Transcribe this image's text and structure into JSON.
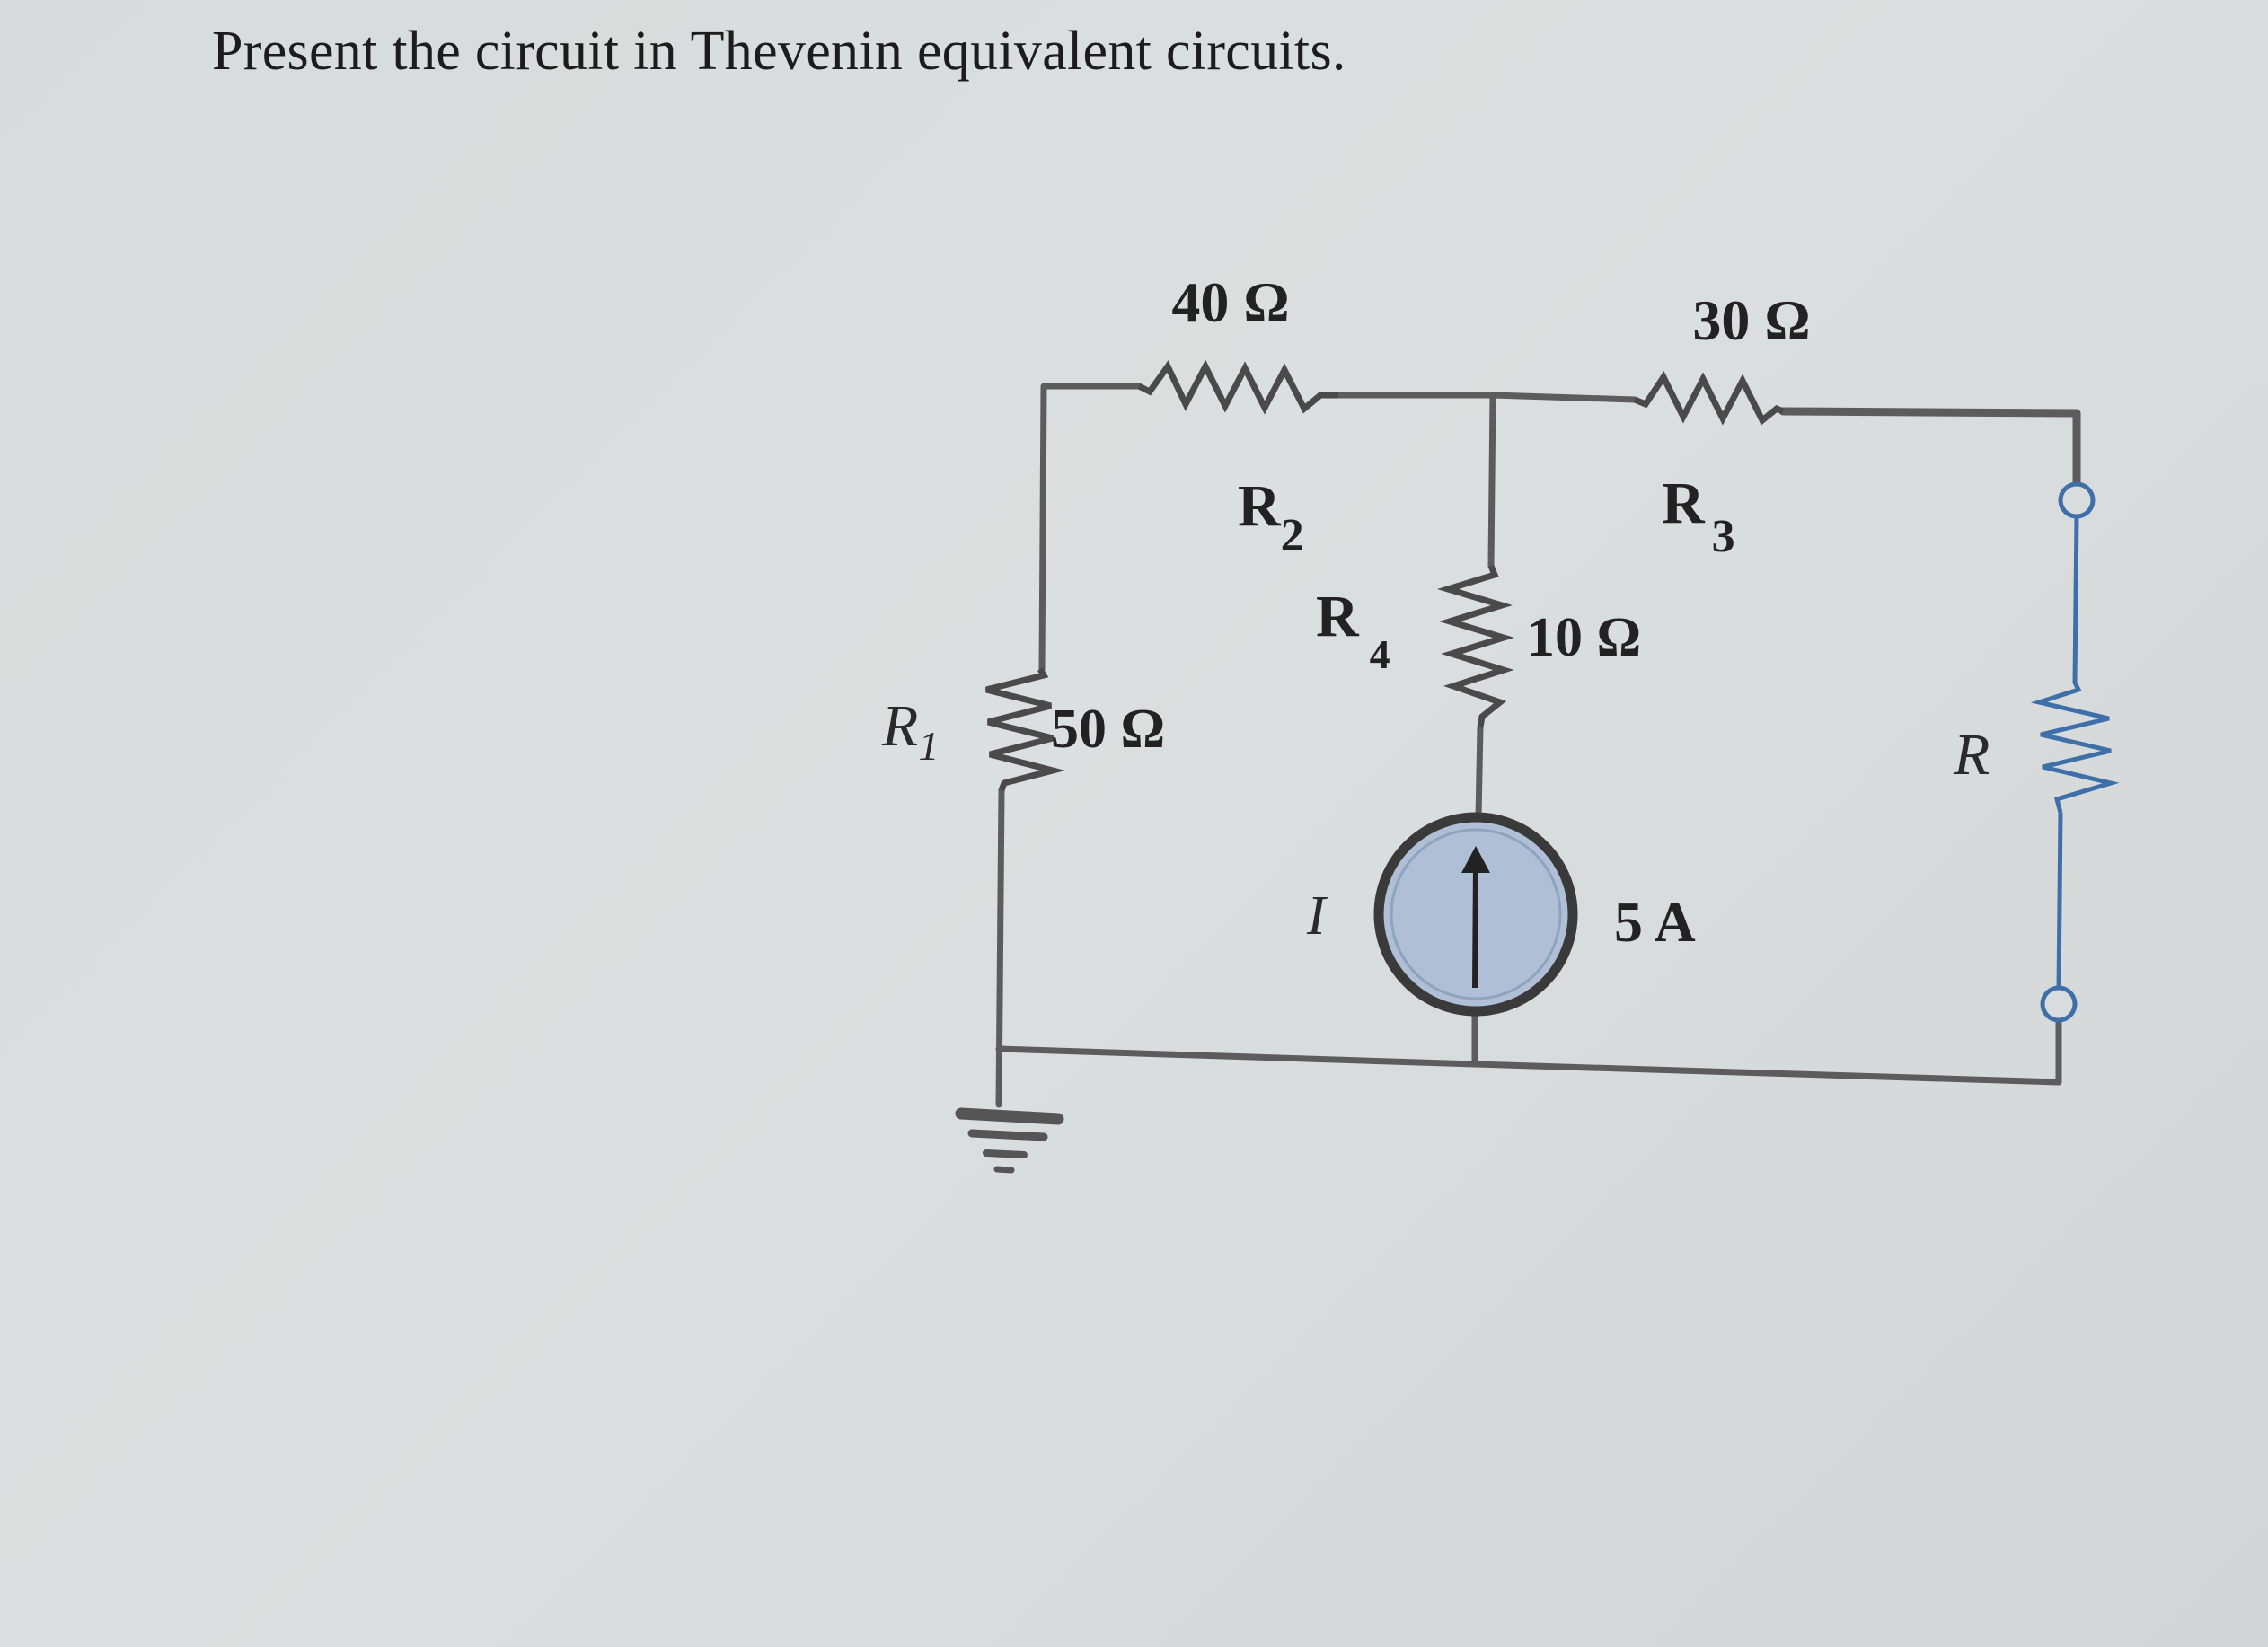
{
  "question": "Present the circuit in Thevenin equivalent circuits.",
  "circuit": {
    "r1": {
      "name": "R",
      "sub": "1",
      "value": "50 Ω"
    },
    "r2": {
      "name": "R",
      "sub": "2",
      "value": "40 Ω"
    },
    "r3": {
      "name": "R",
      "sub": "3",
      "value": "30 Ω"
    },
    "r4": {
      "name": "R",
      "sub": "4",
      "value": "10 Ω"
    },
    "source": {
      "name": "I",
      "value": "5 A"
    },
    "load": {
      "name": "R"
    }
  },
  "colors": {
    "wire": "#5c5c5c",
    "load_wire": "#3f6fa8",
    "source_fill": "#aebfd6",
    "ground": "#555555"
  }
}
